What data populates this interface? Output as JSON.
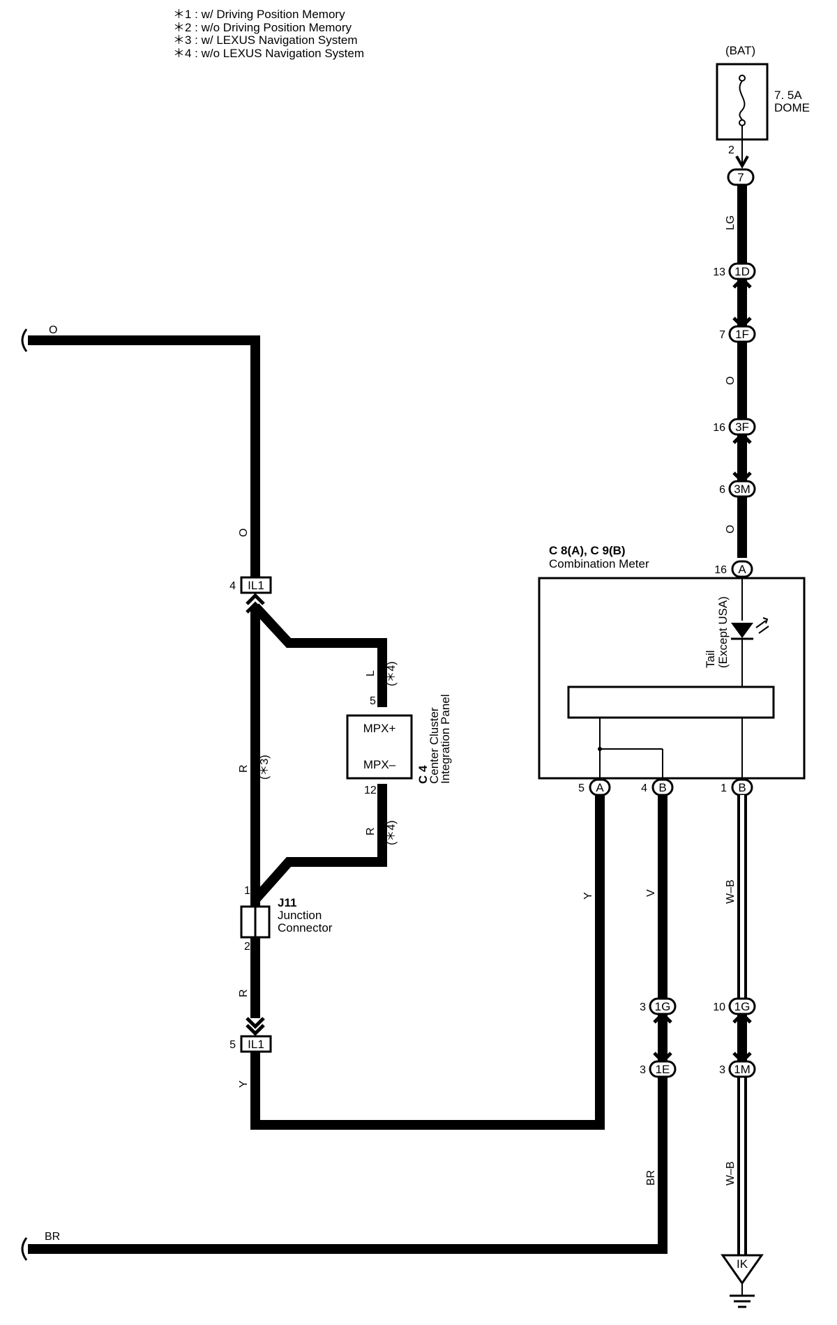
{
  "legend": {
    "note1": "＊1 : w/ Driving Position Memory",
    "note2": "＊2 : w/o Driving Position Memory",
    "note3": "＊3 : w/ LEXUS Navigation System",
    "note4": "＊4 : w/o LEXUS Navigation System"
  },
  "fuse": {
    "source": "(BAT)",
    "rating": "7. 5A",
    "name": "DOME",
    "pin": "2"
  },
  "wires": {
    "lg": "LG",
    "o_top": "O",
    "o_mid": "O",
    "o_left": "O",
    "o_vertical": "O",
    "l": "L",
    "r_main": "R",
    "r_mpx": "R",
    "r_lower": "R",
    "y_left": "Y",
    "y_right": "Y",
    "v": "V",
    "wb_upper": "W–B",
    "wb_lower": "W–B",
    "br_horizontal": "BR",
    "br_vertical": "BR"
  },
  "conditions": {
    "c3": "(＊3)",
    "c4_upper": "(＊4)",
    "c4_lower": "(＊4)"
  },
  "connectors": {
    "c7": {
      "label": "7",
      "pin": "2"
    },
    "c1d": {
      "label": "1D",
      "pin": "13"
    },
    "c1f": {
      "label": "1F",
      "pin": "7"
    },
    "c3f": {
      "label": "3F",
      "pin": "16"
    },
    "c3m": {
      "label": "3M",
      "pin": "6"
    },
    "meter_a16": {
      "label": "A",
      "pin": "16"
    },
    "meter_a5": {
      "label": "A",
      "pin": "5"
    },
    "meter_b4": {
      "label": "B",
      "pin": "4"
    },
    "meter_b1": {
      "label": "B",
      "pin": "1"
    },
    "c1g_left": {
      "label": "1G",
      "pin": "3"
    },
    "c1e": {
      "label": "1E",
      "pin": "3"
    },
    "c1g_right": {
      "label": "1G",
      "pin": "10"
    },
    "c1m": {
      "label": "1M",
      "pin": "3"
    },
    "il1_top": {
      "label": "IL1",
      "pin": "4"
    },
    "il1_bottom": {
      "label": "IL1",
      "pin": "5"
    }
  },
  "meter": {
    "id": "C 8(A), C 9(B)",
    "name": "Combination Meter",
    "lamp_label": "Tail",
    "lamp_note": "(Except USA)"
  },
  "panel": {
    "id": "C 4",
    "name_line1": "Center Cluster",
    "name_line2": "Integration Panel",
    "mpx_plus": "MPX+",
    "mpx_minus": "MPX–",
    "pin_top": "5",
    "pin_bottom": "12"
  },
  "junction": {
    "id": "J11",
    "name_line1": "Junction",
    "name_line2": "Connector",
    "pin_top": "1",
    "pin_bottom": "2"
  },
  "ground": {
    "label": "IK"
  }
}
